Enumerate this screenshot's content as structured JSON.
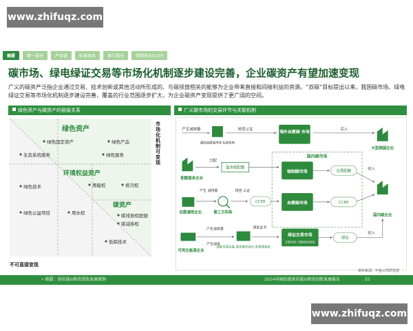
{
  "watermark": "www.zhifuqz.com",
  "tabs": [
    "摘要",
    "第一部分",
    "产业链",
    "标准体系",
    "第三部分",
    "碳排放与CCER"
  ],
  "headline": "碳市场、绿电绿证交易等市场化机制逐步建设完善，企业碳资产有望加速变现",
  "intro": "广义的碳资产泛指企业通过交易、技术创新或其他活动所形成的、与碳排放相关的能够为企业带来直接和间接利益的资源。“双碳”目标提出以来，我国碳市场、绿电绿证交易等市场化机制逐步建设完善，覆盖的行业范围逐步扩大，为企业碳资产变现提供了更广阔的空间。",
  "left_panel": {
    "title": "绿色资产与碳资产的层级关系",
    "vertical_label": "市场化机制可变现",
    "bottom_label": "不可直接变现",
    "groups": {
      "green": "绿色资产",
      "env": "环境权益资产",
      "carbon": "碳资产"
    },
    "items": {
      "green_fixed": "绿色固定资产",
      "green_product": "绿色产品",
      "eco_service": "生态系统服务",
      "green_service": "绿色服务",
      "energy_right": "用能权",
      "pollution_right": "排污权",
      "green_tech": "绿色技术",
      "water_right": "用水权",
      "carbon_quota": "碳排放权配额",
      "carbon_offset": "碳减排权",
      "green_project": "绿色公益项目",
      "low_carbon_tech": "低碳技术"
    }
  },
  "right_panel": {
    "title": "广义碳市场的交易环节与关联机制",
    "nodes": {
      "producer_emission": "产生减排量",
      "certify": "核查认证",
      "intl_standard": "国际自愿碳市场\n标准机构",
      "overseas_market": "海外自愿碳\n市场",
      "buy1": "买入",
      "multinational": "大型跨国企业",
      "domestic_market": "国内碳市场",
      "allocation": "分配",
      "surplus": "盈余碳配额",
      "compliance_firm": "配额盈余企业",
      "mandatory_market": "强制碳市场",
      "trade_allocation": "交易配额",
      "buy2": "买入",
      "producer2": "产生\n减排量",
      "check2": "核查\n认证",
      "ccer_left": "CCER",
      "voluntary_market": "自愿碳市场",
      "ccer_right": "CCER",
      "domestic_firm": "国内碳企业",
      "self_reduce": "自愿减排企业",
      "third_party": "第三方机构",
      "green_power": "产生绿电",
      "producer3": "产生减排量",
      "apply": "颁发证书",
      "energy_center": "国家可再生能\n源发电项目信\n息管理系统",
      "green_market": "绿证交易市场",
      "green_market_sub": "主要交易 | 国家绿证核发",
      "green_cert": "绿证",
      "buy3": "买入",
      "renewable_firm": "可再生能源企业"
    }
  },
  "source": "资料来源：中金公司研究部",
  "footer": {
    "left": "•  摘要：供应链&物流绿色发展案例",
    "right": "2024中国低碳供应链&物流创新发展报告",
    "page": "55"
  },
  "colors": {
    "dark_green": "#1c5e2e",
    "accent_green": "#2f8f3f",
    "light_green": "#a6d29a",
    "box_green": "#2e8b3c"
  }
}
